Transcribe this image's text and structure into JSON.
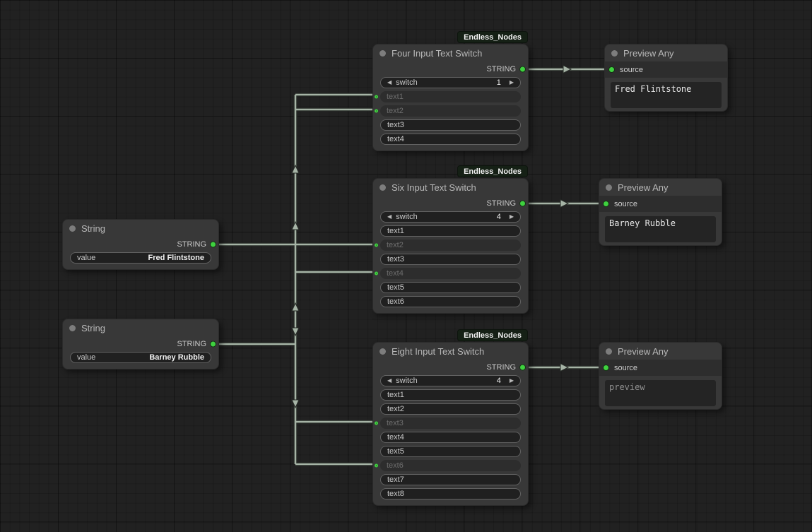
{
  "colors": {
    "canvas_bg": "#212121",
    "node_bg": "#383838",
    "title_text": "#b8b8b8",
    "widget_bg": "#202020",
    "widget_border": "#626262",
    "widget_text": "#c9c9c9",
    "muted_text": "#6d6d6d",
    "slot_green": "#3fd13f",
    "wire": "#a6b4a6",
    "badge_bg": "#152015",
    "badge_text": "#f2f2f2",
    "preview_text": "#e8e8e8",
    "preview_placeholder": "#8f8f8f"
  },
  "icons": {
    "left_arrow": "◀",
    "right_arrow": "▶"
  },
  "badge_label": "Endless_Nodes",
  "nodes": {
    "string_fred": {
      "title": "String",
      "output_label": "STRING",
      "value_widget": {
        "label": "value",
        "value": "Fred Flintstone"
      }
    },
    "string_barney": {
      "title": "String",
      "output_label": "STRING",
      "value_widget": {
        "label": "value",
        "value": "Barney Rubble"
      }
    },
    "switch_four": {
      "title": "Four Input Text Switch",
      "output_label": "STRING",
      "switch_widget": {
        "label": "switch",
        "value": "1"
      },
      "rows": [
        {
          "label": "text1",
          "connected": true
        },
        {
          "label": "text2",
          "connected": true
        },
        {
          "label": "text3",
          "connected": false
        },
        {
          "label": "text4",
          "connected": false
        }
      ]
    },
    "switch_six": {
      "title": "Six Input Text Switch",
      "output_label": "STRING",
      "switch_widget": {
        "label": "switch",
        "value": "4"
      },
      "rows": [
        {
          "label": "text1",
          "connected": false
        },
        {
          "label": "text2",
          "connected": true
        },
        {
          "label": "text3",
          "connected": false
        },
        {
          "label": "text4",
          "connected": true
        },
        {
          "label": "text5",
          "connected": false
        },
        {
          "label": "text6",
          "connected": false
        }
      ]
    },
    "switch_eight": {
      "title": "Eight Input Text Switch",
      "output_label": "STRING",
      "switch_widget": {
        "label": "switch",
        "value": "4"
      },
      "rows": [
        {
          "label": "text1",
          "connected": false
        },
        {
          "label": "text2",
          "connected": false
        },
        {
          "label": "text3",
          "connected": true
        },
        {
          "label": "text4",
          "connected": false
        },
        {
          "label": "text5",
          "connected": false
        },
        {
          "label": "text6",
          "connected": true
        },
        {
          "label": "text7",
          "connected": false
        },
        {
          "label": "text8",
          "connected": false
        }
      ]
    },
    "preview_fred": {
      "title": "Preview Any",
      "input_label": "source",
      "content": "Fred Flintstone"
    },
    "preview_barney": {
      "title": "Preview Any",
      "input_label": "source",
      "content": "Barney Rubble"
    },
    "preview_placeholder": {
      "title": "Preview Any",
      "input_label": "source",
      "content": "preview"
    }
  },
  "links": [
    {
      "from": "String (Fred Flintstone).STRING",
      "to": "Four Input Text Switch.text1"
    },
    {
      "from": "String (Fred Flintstone).STRING",
      "to": "Four Input Text Switch.text2"
    },
    {
      "from": "String (Fred Flintstone).STRING",
      "to": "Six Input Text Switch.text2"
    },
    {
      "from": "String (Barney Rubble).STRING",
      "to": "Six Input Text Switch.text4"
    },
    {
      "from": "String (Barney Rubble).STRING",
      "to": "Eight Input Text Switch.text3"
    },
    {
      "from": "String (Barney Rubble).STRING",
      "to": "Eight Input Text Switch.text6"
    },
    {
      "from": "Four Input Text Switch.STRING",
      "to": "Preview Any (top).source"
    },
    {
      "from": "Six Input Text Switch.STRING",
      "to": "Preview Any (middle).source"
    },
    {
      "from": "Eight Input Text Switch.STRING",
      "to": "Preview Any (bottom).source"
    }
  ]
}
